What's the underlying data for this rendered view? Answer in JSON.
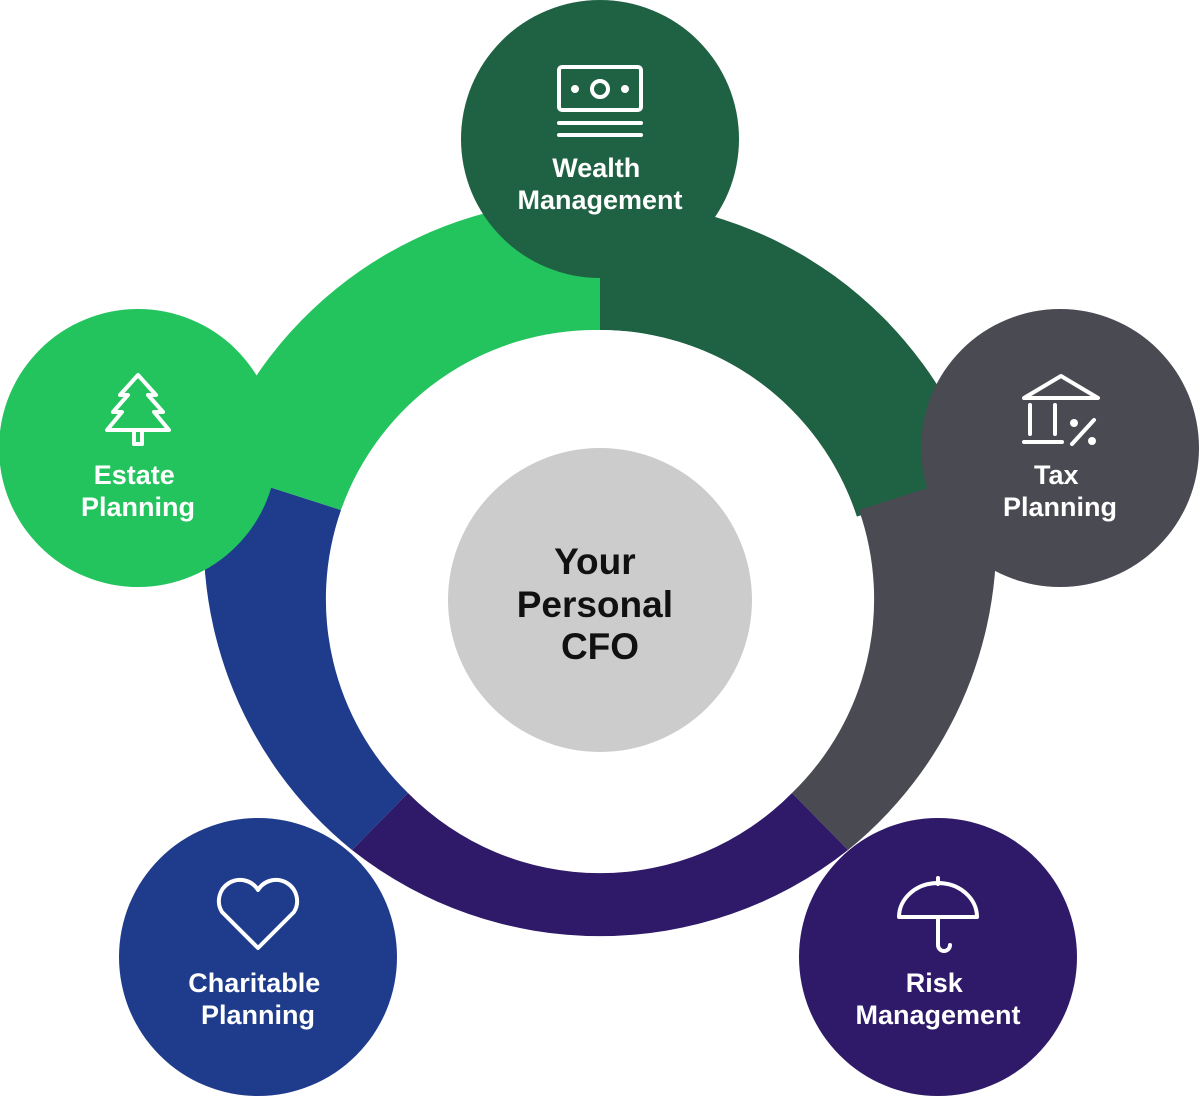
{
  "center": {
    "lines": [
      "Your",
      "Personal",
      "CFO"
    ],
    "color": "#cccccc"
  },
  "nodes": [
    {
      "key": "wealth",
      "lines": [
        "Wealth",
        "Management"
      ],
      "icon": "money-icon",
      "color": "#1f6143"
    },
    {
      "key": "tax",
      "lines": [
        "Tax",
        "Planning"
      ],
      "icon": "bank-percent-icon",
      "color": "#4a4a52"
    },
    {
      "key": "risk",
      "lines": [
        "Risk",
        "Management"
      ],
      "icon": "umbrella-icon",
      "color": "#2e1a68"
    },
    {
      "key": "charitable",
      "lines": [
        "Charitable",
        "Planning"
      ],
      "icon": "heart-icon",
      "color": "#1f3c8c"
    },
    {
      "key": "estate",
      "lines": [
        "Estate",
        "Planning"
      ],
      "icon": "tree-icon",
      "color": "#23c45e"
    }
  ]
}
